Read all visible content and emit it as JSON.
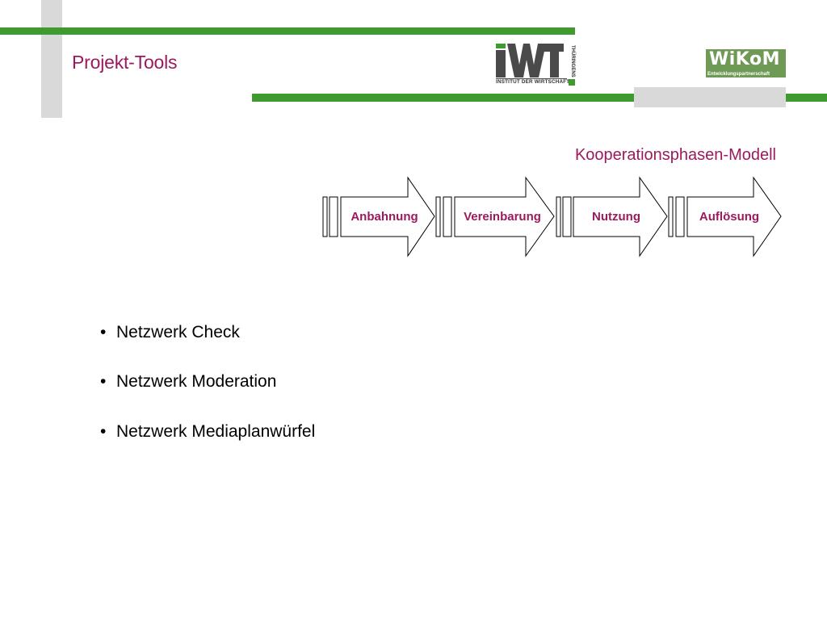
{
  "slide": {
    "title": "Projekt-Tools",
    "model_title": "Kooperationsphasen-Modell"
  },
  "logos": {
    "iwt": {
      "subtitle": "INSTITUT DER WIRTSCHAFT",
      "vertical": "THÜRINGENS"
    },
    "wikom": {
      "name": "WiKoM",
      "subtitle": "Entwicklungspartnerschaft"
    }
  },
  "phases": [
    {
      "label": "Anbahnung"
    },
    {
      "label": "Vereinbarung"
    },
    {
      "label": "Nutzung"
    },
    {
      "label": "Auflösung"
    }
  ],
  "bullets": [
    {
      "bullet": "•",
      "text": "Netzwerk Check"
    },
    {
      "bullet": "•",
      "text": "Netzwerk Moderation"
    },
    {
      "bullet": "•",
      "text": "Netzwerk Mediaplanwürfel"
    }
  ],
  "colors": {
    "accent_magenta": "#9b1a5e",
    "green": "#3f9b2f",
    "gray": "#d9d9d9"
  }
}
